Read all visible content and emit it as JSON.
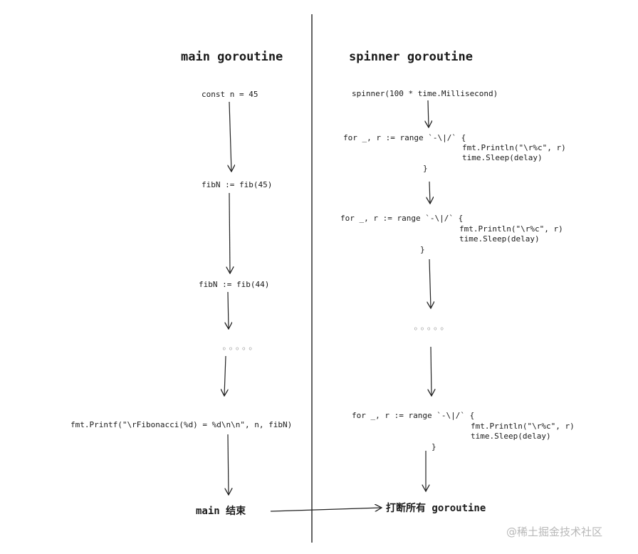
{
  "main": {
    "title": "main goroutine",
    "step1": "const n = 45",
    "step2": "fibN := fib(45)",
    "step3": "fibN := fib(44)",
    "dots": "◦◦◦◦◦",
    "step4": "fmt.Printf(\"\\rFibonacci(%d) = %d\\n\\n\", n, fibN)",
    "end": "main 结束"
  },
  "spinner": {
    "title": "spinner goroutine",
    "call": "spinner(100 * time.Millisecond)",
    "loop1": {
      "head": "for _, r := range `-\\|/` {",
      "line1": "fmt.Println(\"\\r%c\", r)",
      "line2": "time.Sleep(delay)",
      "close": "}"
    },
    "loop2": {
      "head": "for _, r := range `-\\|/` {",
      "line1": "fmt.Println(\"\\r%c\", r)",
      "line2": "time.Sleep(delay)",
      "close": "}"
    },
    "dots": "◦◦◦◦◦",
    "loop3": {
      "head": "for _, r := range `-\\|/` {",
      "line1": "fmt.Println(\"\\r%c\", r)",
      "line2": "time.Sleep(delay)",
      "close": "}"
    },
    "end": "打断所有 goroutine"
  },
  "watermark": "@稀土掘金技术社区"
}
